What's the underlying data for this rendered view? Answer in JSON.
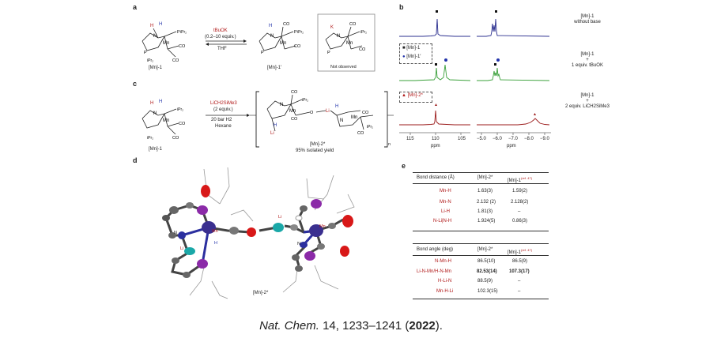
{
  "panels": {
    "a": "a",
    "b": "b",
    "c": "c",
    "d": "d",
    "e": "e"
  },
  "scheme_a": {
    "start_label": "[Mn]-1",
    "reagent": "tBuOK",
    "reagent_amount": "(0.2–10 equiv.)",
    "solvent": "THF",
    "product_label": "[Mn]-1′",
    "not_observed": "Not observed"
  },
  "scheme_c": {
    "start_label": "[Mn]-1",
    "reagent": "LiCH2SiMe3",
    "reagent_amount": "(2 equiv.)",
    "pressure": "20 bar H2",
    "solvent": "Hexane",
    "product_label": "[Mn]-2*",
    "yield": "95% isolated yield",
    "subscript_n": "n"
  },
  "spectra_b": {
    "legend_top": [
      "[Mn]-1",
      "[Mn]-1′"
    ],
    "legend_bottom": [
      "[Mn]-2*"
    ],
    "right_labels": [
      {
        "line1": "[Mn]-1",
        "line2": "without base",
        "line3": ""
      },
      {
        "line1": "[Mn]-1",
        "line2": "+",
        "line3": "1 equiv. tBuOK"
      },
      {
        "line1": "[Mn]-1",
        "line2": "+",
        "line3": "2 equiv. LiCH2SiMe3"
      }
    ],
    "axis_left_ticks": [
      "115",
      "110",
      "105"
    ],
    "axis_right_ticks": [
      "−5.0",
      "−6.0",
      "−7.0",
      "−8.0",
      "−9.0"
    ],
    "axis_unit": "ppm",
    "trace_colors": [
      "#2b2f8f",
      "#3aa03a",
      "#9b1b1b"
    ]
  },
  "crystal_d": {
    "label": "[Mn]-2*",
    "atom_labels": [
      "Mn",
      "Li",
      "H",
      "Li",
      "Mn",
      "N",
      "N"
    ]
  },
  "table_e": {
    "distance_header": [
      "Bond distance (Å)",
      "[Mn]-2*",
      "[Mn]-1"
    ],
    "distance_ref": "(ref. 47)",
    "distance_rows": [
      [
        "Mn-H",
        "1.63(3)",
        "1.59(2)"
      ],
      [
        "Mn-N",
        "2.132 (2)",
        "2.128(2)"
      ],
      [
        "Li-H",
        "1.81(3)",
        "–"
      ],
      [
        "N-Li|N-H",
        "1.924(5)",
        "0.86(3)"
      ]
    ],
    "angle_header": [
      "Bond angle (deg)",
      "[Mn]-2*",
      "[Mn]-1"
    ],
    "angle_ref": "(ref. 47)",
    "angle_rows": [
      [
        "N-Mn-H",
        "86.5(10)",
        "86.5(9)"
      ],
      [
        "Li-N-Mn/H-N-Mn",
        "82.53(14)",
        "107.3(17)"
      ],
      [
        "H-Li-N",
        "88.5(9)",
        "–"
      ],
      [
        "Mn-H-Li",
        "102.3(15)",
        "–"
      ]
    ]
  },
  "citation": {
    "journal": "Nat. Chem.",
    "volume": "14",
    "pages": "1233–1241",
    "year": "2022"
  }
}
